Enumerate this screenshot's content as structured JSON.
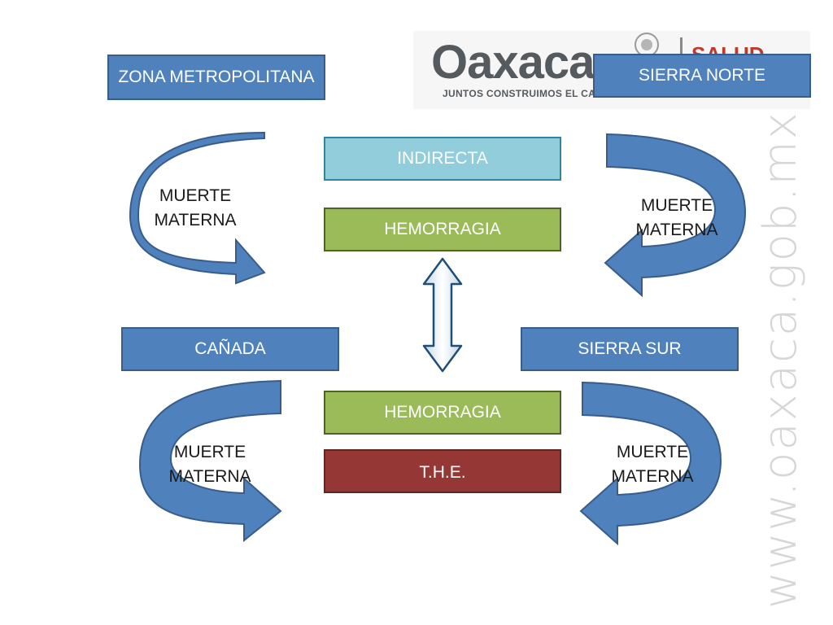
{
  "logo": {
    "wordmark": "Oaxaca",
    "tagline": "JUNTOS CONSTRUIMOS EL CAMBIO",
    "department": "SALUD"
  },
  "watermark": "www.oaxaca.gob.mx",
  "regions": {
    "zona_metropolitana": "ZONA METROPOLITANA",
    "sierra_norte": "SIERRA NORTE",
    "canada": "CAÑADA",
    "sierra_sur": "SIERRA SUR"
  },
  "cycle_label": "MUERTE MATERNA",
  "causes": {
    "top_1": "INDIRECTA",
    "top_2": "HEMORRAGIA",
    "bottom_1": "HEMORRAGIA",
    "bottom_2": "T.H.E."
  },
  "colors": {
    "region_fill": "#4f81bd",
    "indirecta_fill": "#92cddc",
    "hemorragia_fill": "#9bbb59",
    "the_fill": "#953735",
    "arrow_fill": "#4f81bd"
  }
}
